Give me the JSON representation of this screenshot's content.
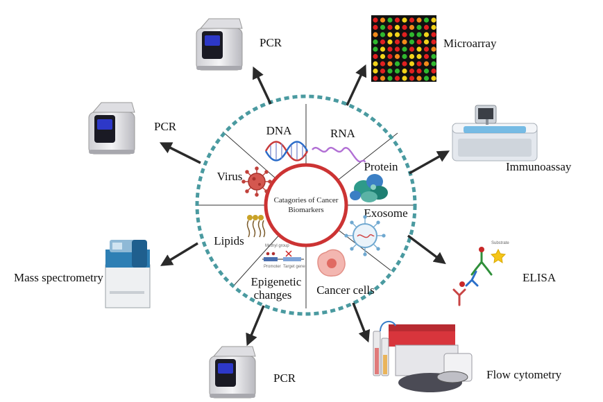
{
  "center_label_line1": "Catagories of Cancer",
  "center_label_line2": "Biomarkers",
  "segments": {
    "dna": "DNA",
    "rna": "RNA",
    "protein": "Protein",
    "exosome": "Exosome",
    "cancer_cells": "Cancer cells",
    "epigenetic_line1": "Epigenetic",
    "epigenetic_line2": "changes",
    "lipids": "Lipids",
    "virus": "Virus"
  },
  "methods": {
    "pcr_top": "PCR",
    "pcr_left": "PCR",
    "pcr_bottom": "PCR",
    "microarray": "Microarray",
    "immunoassay": "Immunoassay",
    "elisa": "ELISA",
    "flow_cytometry": "Flow cytometry",
    "mass_spectrometry": "Mass spectrometry"
  },
  "icon_text": {
    "methyl_group": "Methyl group",
    "promoter": "Promoter",
    "target_gene": "Target gene",
    "substrate": "Substrate"
  },
  "colors": {
    "dashed_ring": "#4a9aa0",
    "inner_ring": "#cc3333",
    "arrow": "#2a2a2a"
  }
}
